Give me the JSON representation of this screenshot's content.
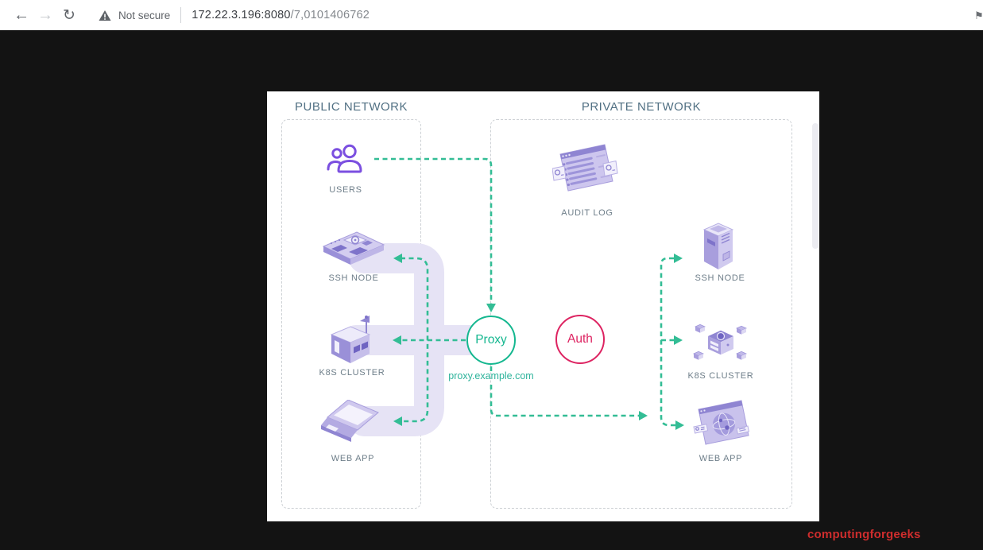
{
  "browser": {
    "security_label": "Not secure",
    "url_host": "172.22.3.196:8080",
    "url_path": "/7,0101406762"
  },
  "diagram": {
    "public_network": {
      "title": "PUBLIC NETWORK",
      "nodes": [
        {
          "id": "users",
          "label": "USERS"
        },
        {
          "id": "ssh-node",
          "label": "SSH NODE"
        },
        {
          "id": "k8s-cluster",
          "label": "K8S CLUSTER"
        },
        {
          "id": "web-app",
          "label": "WEB APP"
        }
      ]
    },
    "private_network": {
      "title": "PRIVATE NETWORK",
      "nodes": [
        {
          "id": "audit-log",
          "label": "AUDIT LOG"
        },
        {
          "id": "ssh-node",
          "label": "SSH NODE"
        },
        {
          "id": "k8s-cluster",
          "label": "K8S CLUSTER"
        },
        {
          "id": "web-app",
          "label": "WEB APP"
        }
      ]
    },
    "proxy": {
      "label": "Proxy",
      "hostname": "proxy.example.com"
    },
    "auth": {
      "label": "Auth"
    }
  },
  "watermark": "computingforgeeks",
  "colors": {
    "arrow_teal": "#33bd95",
    "proxy_teal": "#14b78f",
    "auth_crimson": "#dd2361",
    "icon_purple": "#7b4fe0",
    "pipe_lavender": "#e6e3f5",
    "watermark_red": "#cf2d2d",
    "label_gray": "#6e7e89",
    "title_slate": "#517083"
  }
}
